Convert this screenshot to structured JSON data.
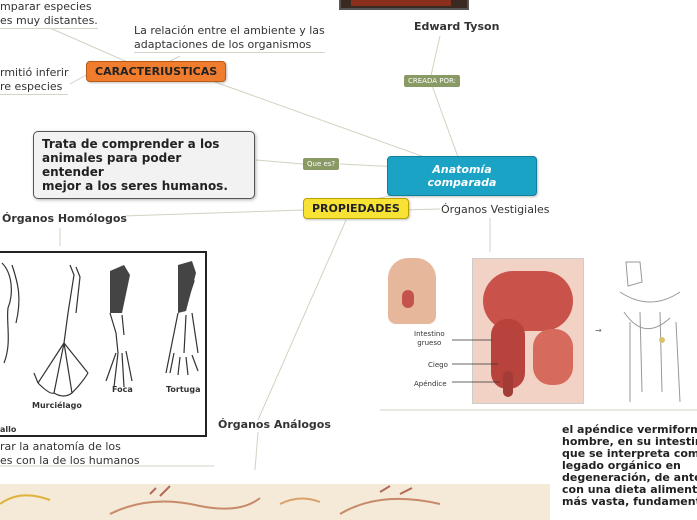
{
  "central": {
    "label": "Anatomía comparada"
  },
  "top_image_label": "Edward Tyson",
  "tags": {
    "creada_por": "CREADA POR:",
    "que_es": "Que es?"
  },
  "definition": {
    "line1": "Trata de comprender a los",
    "line2": "animales para poder entender",
    "line3": "mejor a los seres humanos."
  },
  "caracteristicas": {
    "label": "CARACTERIUSTICAS",
    "note_top_line1": "mparar especies",
    "note_top_line2": "es muy distantes.",
    "note_mid_line1": "La relación entre el ambiente y las",
    "note_mid_line2": "adaptaciones de los organismos",
    "note_left_line1": "rmitió inferir",
    "note_left_line2": "re especies"
  },
  "propiedades": {
    "label": "PROPIEDADES"
  },
  "homologos": {
    "label": "Órganos Homólogos",
    "animals": [
      "Murciélago",
      "Foca",
      "Tortuga",
      "allo"
    ],
    "note_line1": "rar la anatomía de los",
    "note_line2": "es con la de los humanos"
  },
  "vestigiales": {
    "label": "Órganos Vestigiales",
    "parts": [
      "Intestino grueso",
      "Ciego",
      "Apéndice"
    ],
    "part_intestino_line1": "Intestino",
    "part_intestino_line2": "grueso",
    "text_lines": [
      "el apéndice vermiform",
      "hombre, en su intestin",
      "que se interpreta com",
      "legado orgánico en",
      "degeneración, de ante",
      "con una dieta aliment",
      "más vasta, fundament"
    ]
  },
  "analogos": {
    "label": "Órganos Análogos"
  },
  "colors": {
    "orange": "#f07d2e",
    "yellow": "#f8e234",
    "blue": "#1ba3c6",
    "tag": "#8a9a64"
  }
}
